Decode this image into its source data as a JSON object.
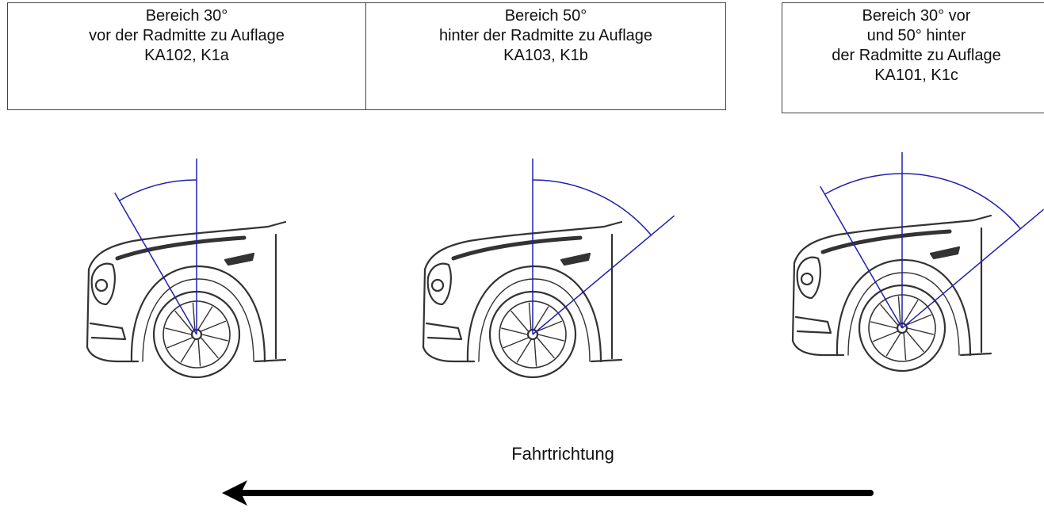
{
  "panels": [
    {
      "lines": [
        "Bereich 30°",
        "vor der Radmitte zu Auflage",
        "KA102, K1a"
      ],
      "angle_front_deg": 30,
      "angle_rear_deg": 0
    },
    {
      "lines": [
        "Bereich 50°",
        "hinter der Radmitte zu Auflage",
        "KA103, K1b"
      ],
      "angle_front_deg": 0,
      "angle_rear_deg": 50
    },
    {
      "lines": [
        "Bereich 30° vor",
        "und 50° hinter",
        "der Radmitte zu Auflage",
        "KA101, K1c"
      ],
      "angle_front_deg": 30,
      "angle_rear_deg": 50
    }
  ],
  "direction_label": "Fahrtrichtung",
  "direction": "left",
  "colors": {
    "angle_lines": "#2020b0",
    "car_outline": "#333333",
    "arrow": "#000000",
    "border": "#444444"
  }
}
